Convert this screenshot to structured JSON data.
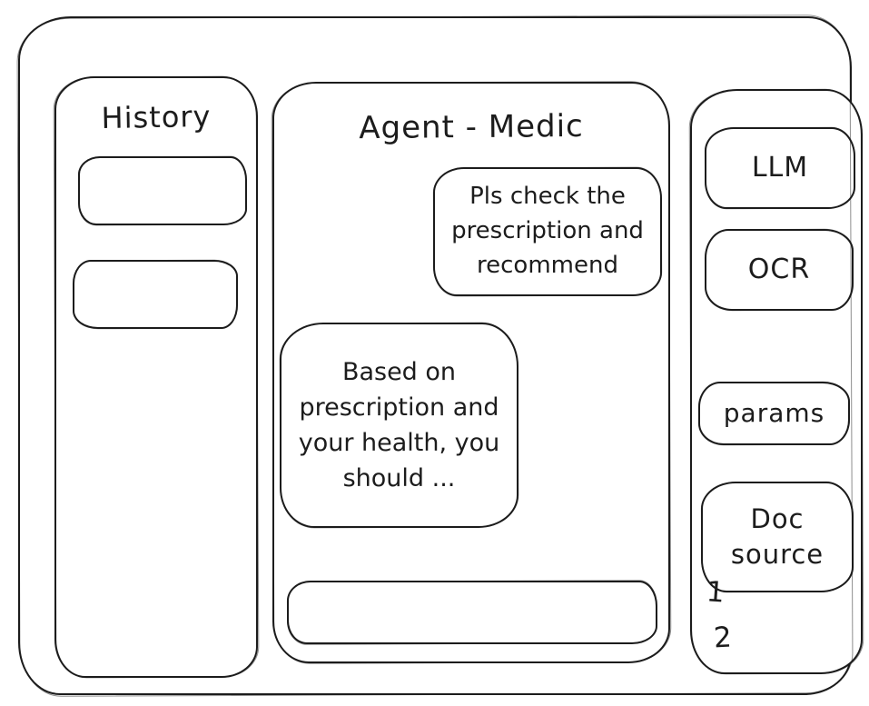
{
  "colors": {
    "ink": "#1c1c1c",
    "background": "#ffffff"
  },
  "sidebar_left": {
    "title": "History",
    "items": [
      {
        "label": ""
      },
      {
        "label": ""
      }
    ]
  },
  "main": {
    "title": "Agent - Medic",
    "messages": [
      {
        "role": "user",
        "text": "Pls check the prescription and recommend"
      },
      {
        "role": "assistant",
        "text": "Based on prescription and your health, you should ..."
      }
    ],
    "input": {
      "value": "",
      "placeholder": ""
    }
  },
  "sidebar_right": {
    "buttons": [
      {
        "label": "LLM"
      },
      {
        "label": "OCR"
      },
      {
        "label": "params"
      },
      {
        "label": "Doc source"
      }
    ],
    "doc_source_items": [
      "1",
      "2"
    ]
  }
}
